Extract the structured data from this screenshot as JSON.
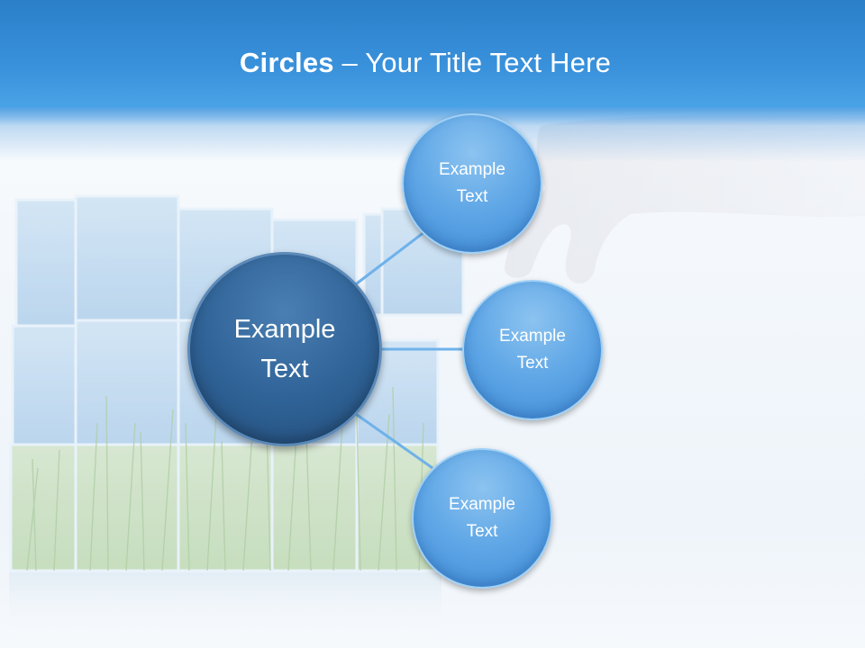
{
  "slide": {
    "title_bold": "Circles",
    "title_rest": " – Your Title Text Here"
  },
  "diagram": {
    "center": {
      "label": "Example\nText"
    },
    "nodes": [
      {
        "label": "Example\nText"
      },
      {
        "label": "Example\nText"
      },
      {
        "label": "Example\nText"
      }
    ]
  },
  "colors": {
    "header": "#3a92dc",
    "center_circle": "#2f6296",
    "node_circle": "#5ea6e6",
    "connector": "#6fb2ea"
  }
}
